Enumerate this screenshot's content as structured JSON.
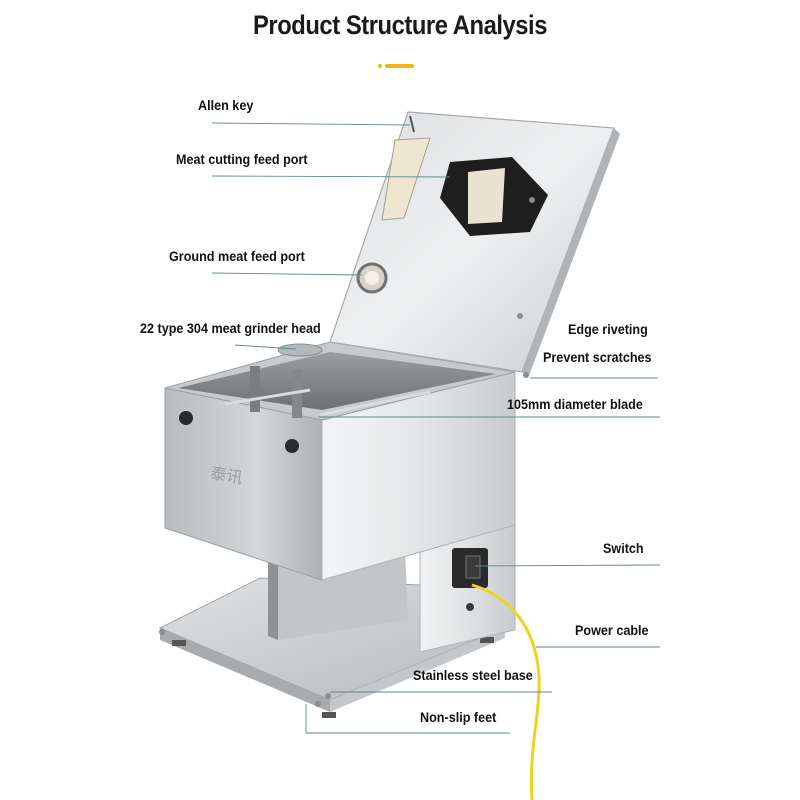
{
  "page": {
    "title": "Product Structure Analysis",
    "accent_color": "#f2b41c"
  },
  "labels": {
    "allen_key": "Allen key",
    "meat_cutting_feed_port": "Meat cutting feed port",
    "ground_meat_feed_port": "Ground meat feed port",
    "grinder_head": "22 type 304 meat grinder head",
    "edge_riveting": "Edge riveting",
    "prevent_scratches": "Prevent scratches",
    "blade": "105mm diameter blade",
    "switch": "Switch",
    "power_cable": "Power cable",
    "stainless_base": "Stainless steel base",
    "non_slip_feet": "Non-slip feet"
  },
  "product": {
    "brand_mark": "泰讯",
    "cable_color": "#f0d21e"
  }
}
